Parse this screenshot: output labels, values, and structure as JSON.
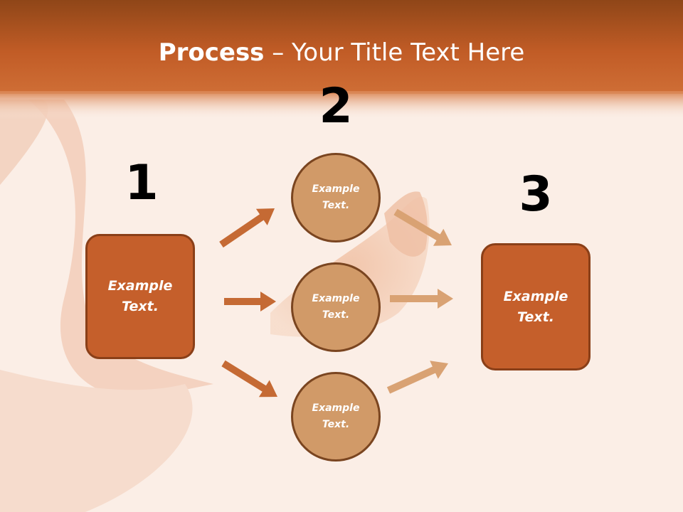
{
  "title": {
    "bold": "Process",
    "rest": " – Your Title Text Here"
  },
  "steps": [
    {
      "number": "1",
      "text": "Example Text."
    },
    {
      "number": "2"
    },
    {
      "number": "3",
      "text": "Example Text."
    }
  ],
  "circles": [
    {
      "text": "Example Text."
    },
    {
      "text": "Example Text."
    },
    {
      "text": "Example Text."
    }
  ],
  "colors": {
    "header": "#c8602a",
    "box_fill": "#c55f2b",
    "box_border": "#8a3f18",
    "circle_fill": "#d19a68",
    "circle_border": "#7a4520",
    "arrow_dark": "#c56a34",
    "arrow_light": "#d9a273"
  }
}
